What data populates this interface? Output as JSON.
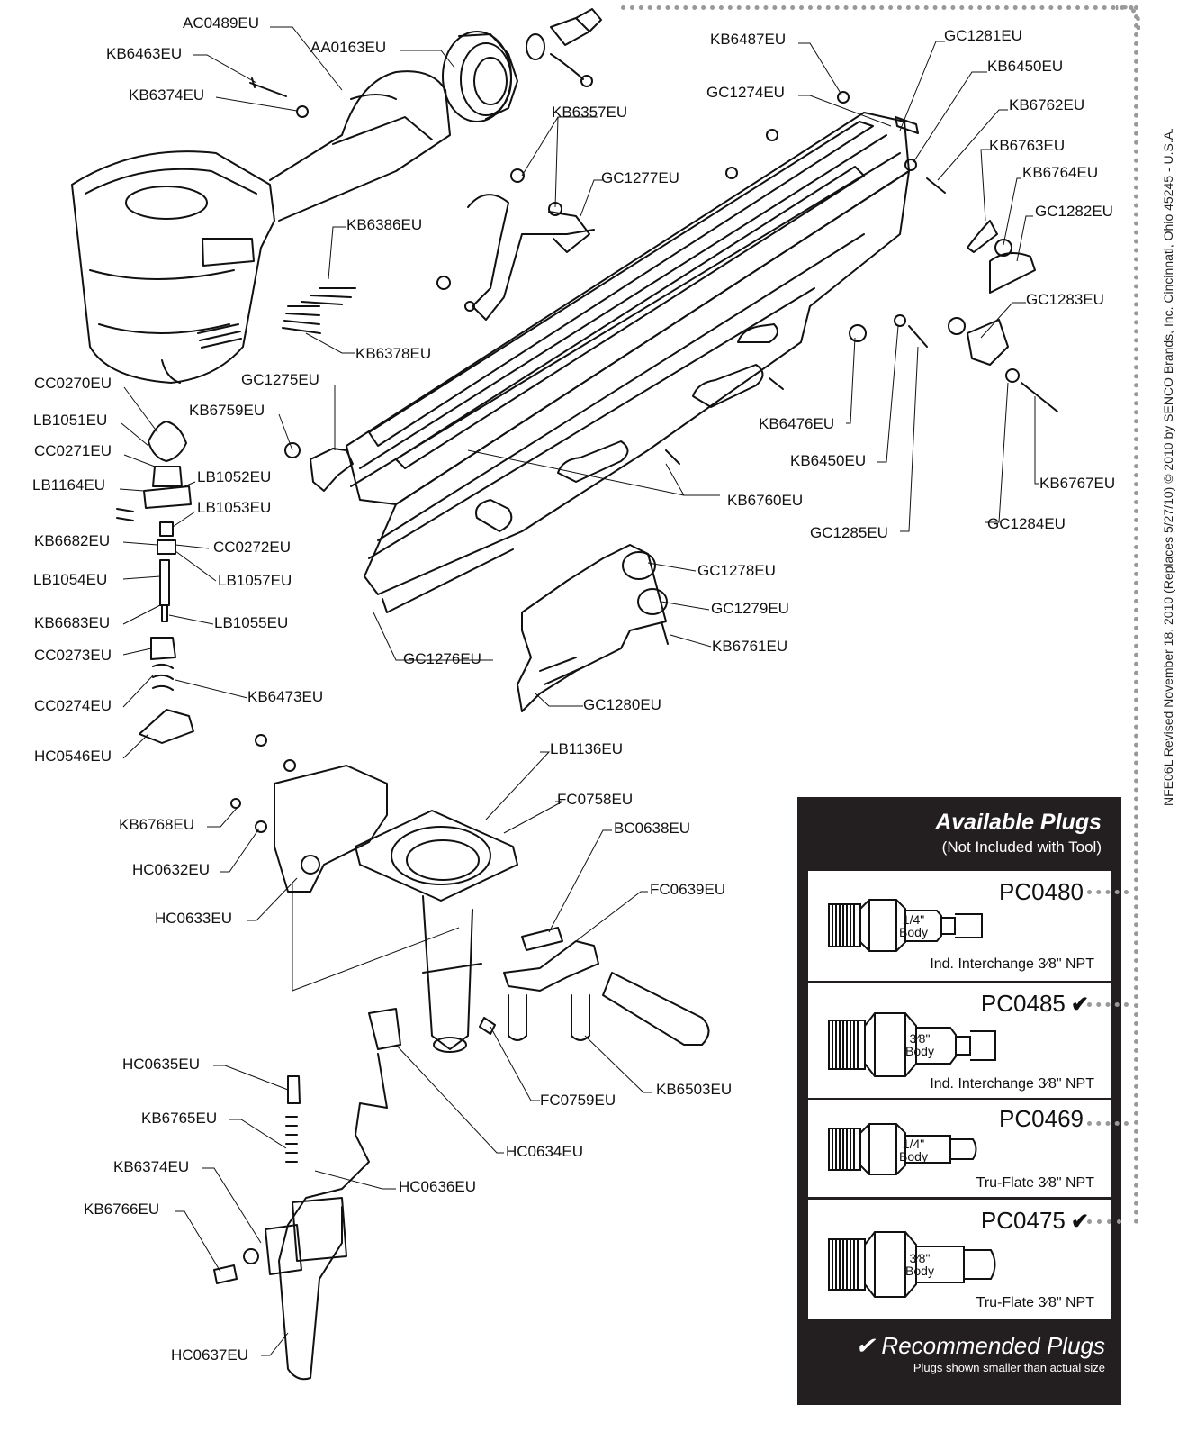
{
  "parts": {
    "ac0489": "AC0489EU",
    "aa0163": "AA0163EU",
    "kb6463": "KB6463EU",
    "kb6374_top": "KB6374EU",
    "kb6386": "KB6386EU",
    "kb6378": "KB6378EU",
    "kb6357": "KB6357EU",
    "gc1277": "GC1277EU",
    "kb6487": "KB6487EU",
    "gc1274": "GC1274EU",
    "gc1281": "GC1281EU",
    "kb6450_top": "KB6450EU",
    "kb6762": "KB6762EU",
    "kb6763": "KB6763EU",
    "kb6764": "KB6764EU",
    "gc1282": "GC1282EU",
    "gc1283": "GC1283EU",
    "kb6476": "KB6476EU",
    "kb6450_mid": "KB6450EU",
    "kb6767": "KB6767EU",
    "kb6760": "KB6760EU",
    "gc1285": "GC1285EU",
    "gc1284": "GC1284EU",
    "gc1275": "GC1275EU",
    "kb6759": "KB6759EU",
    "cc0270": "CC0270EU",
    "lb1051": "LB1051EU",
    "cc0271": "CC0271EU",
    "lb1052": "LB1052EU",
    "lb1164": "LB1164EU",
    "lb1053": "LB1053EU",
    "kb6682": "KB6682EU",
    "cc0272": "CC0272EU",
    "lb1054": "LB1054EU",
    "lb1057": "LB1057EU",
    "kb6683": "KB6683EU",
    "lb1055": "LB1055EU",
    "cc0273": "CC0273EU",
    "cc0274": "CC0274EU",
    "kb6473": "KB6473EU",
    "hc0546": "HC0546EU",
    "gc1278": "GC1278EU",
    "gc1279": "GC1279EU",
    "kb6761": "KB6761EU",
    "gc1276": "GC1276EU",
    "gc1280": "GC1280EU",
    "lb1136": "LB1136EU",
    "fc0758": "FC0758EU",
    "bc0638": "BC0638EU",
    "fc0639": "FC0639EU",
    "kb6768": "KB6768EU",
    "hc0632": "HC0632EU",
    "hc0633": "HC0633EU",
    "hc0635": "HC0635EU",
    "fc0759": "FC0759EU",
    "kb6503": "KB6503EU",
    "kb6765": "KB6765EU",
    "hc0634": "HC0634EU",
    "kb6374_bottom": "KB6374EU",
    "hc0636": "HC0636EU",
    "kb6766": "KB6766EU",
    "hc0637": "HC0637EU"
  },
  "side_note": "NFE06L   Revised November 18, 2010 (Replaces 5/27/10)  © 2010  by SENCO Brands, Inc.  Cincinnati, Ohio 45245 - U.S.A.",
  "plugs_box": {
    "title": "Available Plugs",
    "subtitle": "(Not Included with Tool)",
    "items": [
      {
        "code": "PC0480",
        "recommended": "",
        "body_size": "1/4\"",
        "body_word": "Body",
        "description": "Ind. Interchange 3⁄8\" NPT"
      },
      {
        "code": "PC0485",
        "recommended": "✔",
        "body_size": "3⁄8\"",
        "body_word": "Body",
        "description": "Ind. Interchange 3⁄8\" NPT"
      },
      {
        "code": "PC0469",
        "recommended": "",
        "body_size": "1/4\"",
        "body_word": "Body",
        "description": "Tru-Flate 3⁄8\" NPT"
      },
      {
        "code": "PC0475",
        "recommended": "✔",
        "body_size": "3⁄8\"",
        "body_word": "Body",
        "description": "Tru-Flate 3⁄8\" NPT"
      }
    ],
    "footer_title": "✔ Recommended Plugs",
    "footer_note": "Plugs shown smaller than actual size"
  },
  "colors": {
    "ink": "#111111",
    "panel": "#231f20",
    "frame_dots": "#999999"
  }
}
